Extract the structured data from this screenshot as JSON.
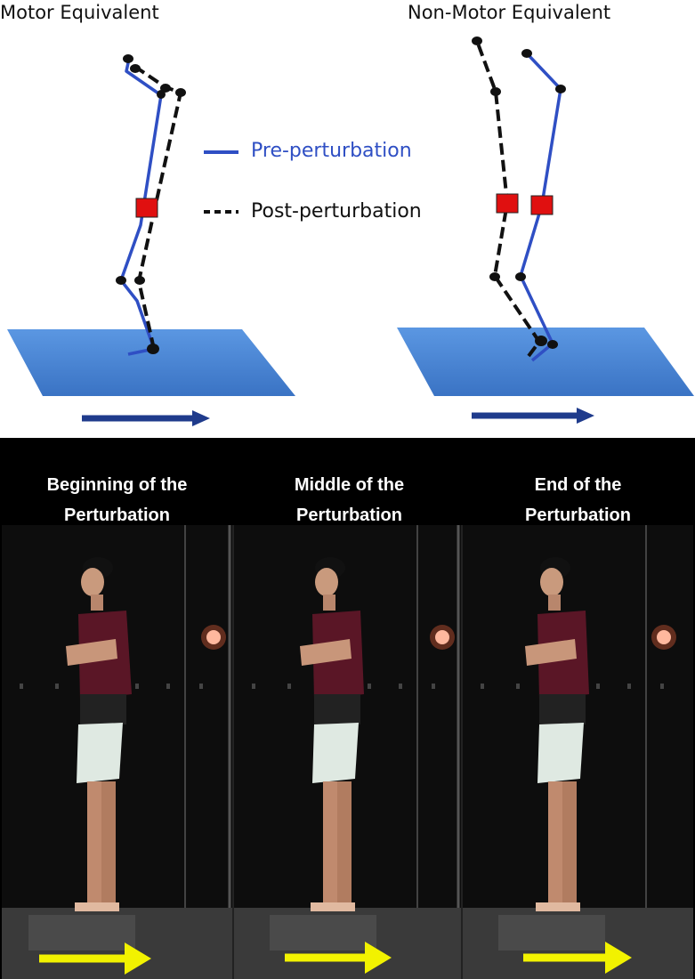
{
  "figure": {
    "top": {
      "left_title": "Motor Equivalent",
      "right_title": "Non-Motor Equivalent",
      "legend": {
        "pre": "Pre-perturbation",
        "post": "Post-perturbation"
      }
    },
    "bottom": {
      "panels": [
        {
          "line1": "Beginning of the",
          "line2": "Perturbation"
        },
        {
          "line1": "Middle of the",
          "line2": "Perturbation"
        },
        {
          "line1": "End of the",
          "line2": "Perturbation"
        }
      ]
    },
    "colors": {
      "pre_line": "#2f4fc4",
      "post_line": "#111111",
      "com_marker": "#e01010",
      "platform": "#4a86d8",
      "arrow_top": "#1f3b8c",
      "arrow_bottom": "#f2f200"
    }
  }
}
